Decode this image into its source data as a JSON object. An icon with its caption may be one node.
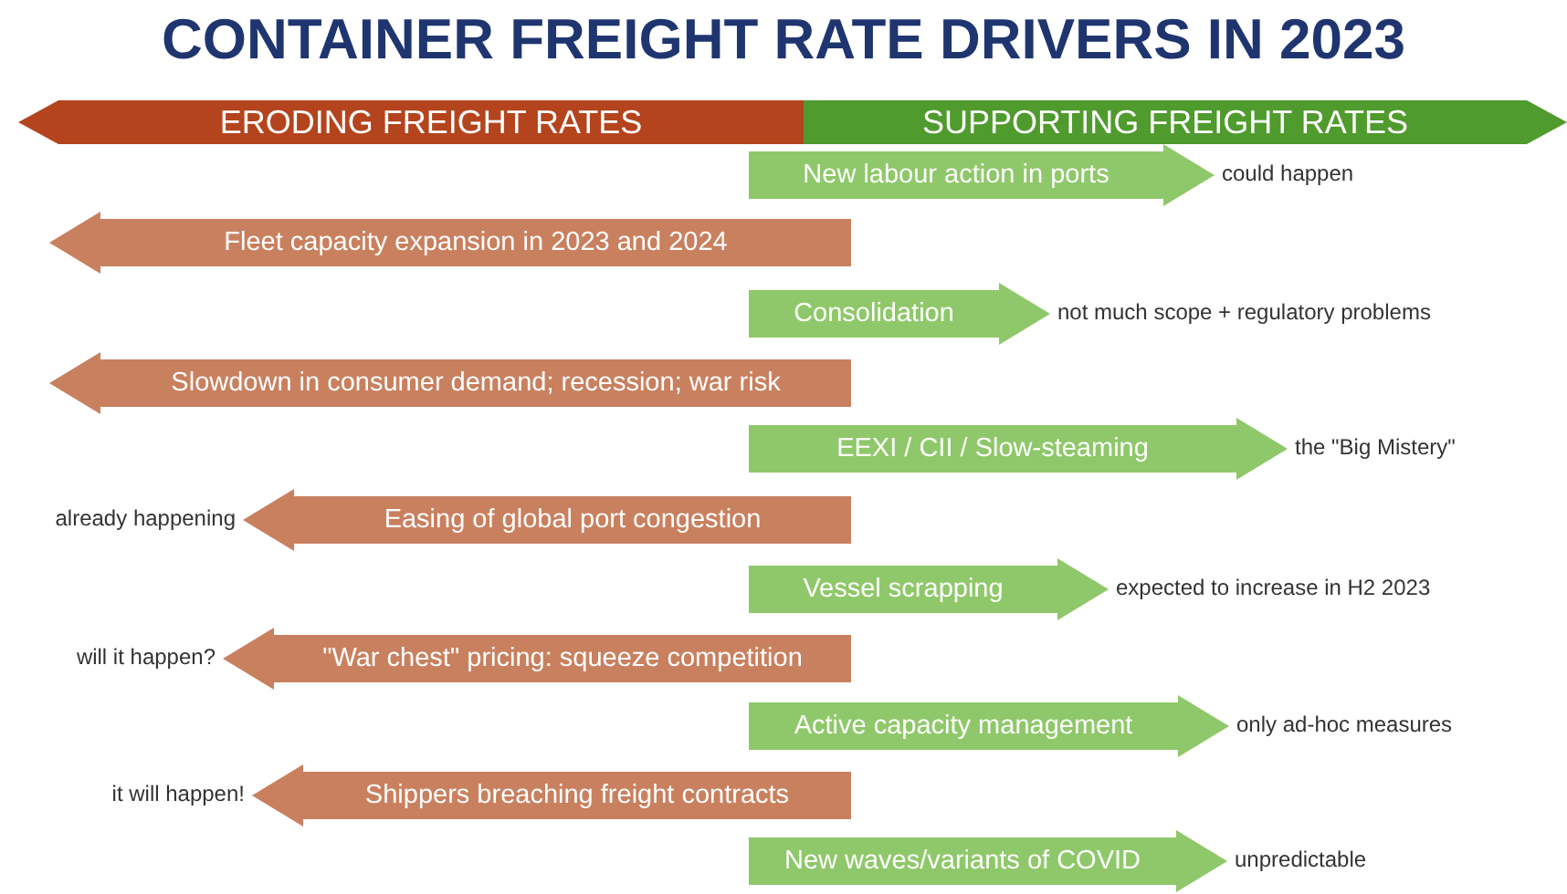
{
  "diagram": {
    "title": "CONTAINER FREIGHT RATE DRIVERS IN 2023",
    "nodes": [
      {
        "text": [
          "ERODING FREIGHT RATES"
        ]
      },
      {
        "text": [
          "SUPPORTING FREIGHT RATES"
        ]
      },
      {
        "text": [
          "New labour action in ports"
        ],
        "beside": [
          "could happen"
        ]
      },
      {
        "text": [
          "Fleet capacity expansion in 2023 and 2024"
        ]
      },
      {
        "text": [
          "Consolidation"
        ],
        "beside": [
          "not much scope + regulatory problems"
        ]
      },
      {
        "text": [
          "Slowdown in consumer demand; recession; war risk"
        ]
      },
      {
        "text": [
          "EEXI / CII / Slow-steaming"
        ],
        "beside": [
          "the \"Big Mistery\""
        ]
      },
      {
        "text": [
          "Easing of global port congestion"
        ],
        "beside": [
          "already happening"
        ]
      },
      {
        "text": [
          "Vessel scrapping"
        ],
        "beside": [
          "expected to increase in H2 2023"
        ]
      },
      {
        "text": [
          "\"War chest\" pricing: squeeze competition"
        ],
        "beside": [
          "will it happen?"
        ]
      },
      {
        "text": [
          "Active capacity management"
        ],
        "beside": [
          "only ad-hoc measures"
        ]
      },
      {
        "text": [
          "Shippers breaching freight contracts"
        ],
        "beside": [
          "it will happen!"
        ]
      },
      {
        "text": [
          "New waves/variants of COVID"
        ],
        "beside": [
          "unpredictable"
        ]
      }
    ]
  }
}
